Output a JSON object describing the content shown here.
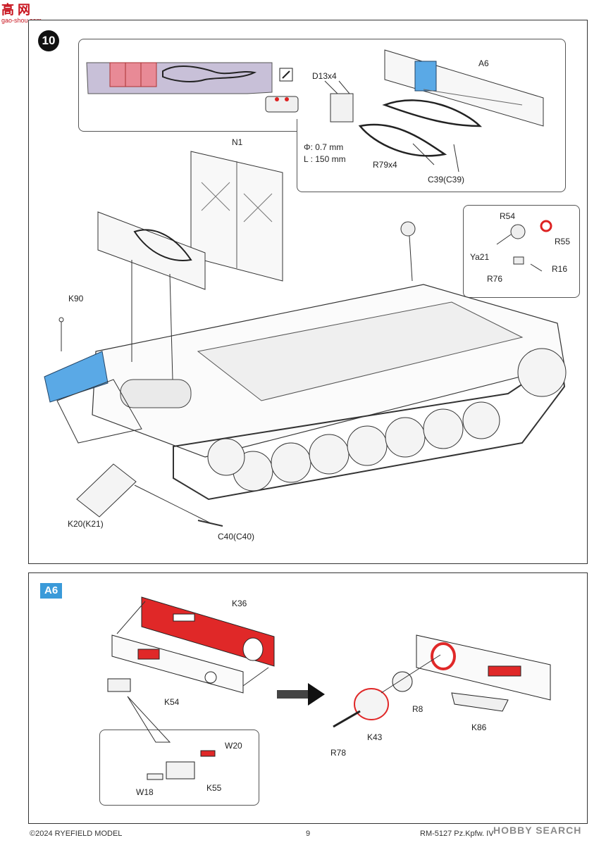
{
  "logo": {
    "mark": "高 网",
    "url": "gao-shou.com"
  },
  "step": {
    "number": "10",
    "parts": {
      "d13": "D13x4",
      "a6": "A6",
      "phi": "Φ: 0.7 mm",
      "length": "L : 150 mm",
      "r79": "R79x4",
      "c39": "C39(C39)",
      "n1": "N1",
      "r54": "R54",
      "r55": "R55",
      "ya21": "Ya21",
      "r76": "R76",
      "r16": "R16",
      "k90": "K90",
      "k20": "K20(K21)",
      "c40": "C40(C40)"
    }
  },
  "sub": {
    "tag": "A6",
    "parts": {
      "k36": "K36",
      "k54": "K54",
      "w20": "W20",
      "w18": "W18",
      "k55": "K55",
      "r8": "R8",
      "k43": "K43",
      "k86": "K86",
      "r78": "R78"
    }
  },
  "footer": {
    "copyright": "©2024 RYEFIELD MODEL",
    "page": "9",
    "product": "RM-5127 Pz.Kpfw. IV Ausf. H Late Production"
  },
  "watermark": "HOBBY SEARCH",
  "colors": {
    "highlight_blue": "#5aa9e6",
    "highlight_red": "#e02828",
    "highlight_pink": "#e88a96",
    "tag_blue": "#3a9ad9"
  }
}
